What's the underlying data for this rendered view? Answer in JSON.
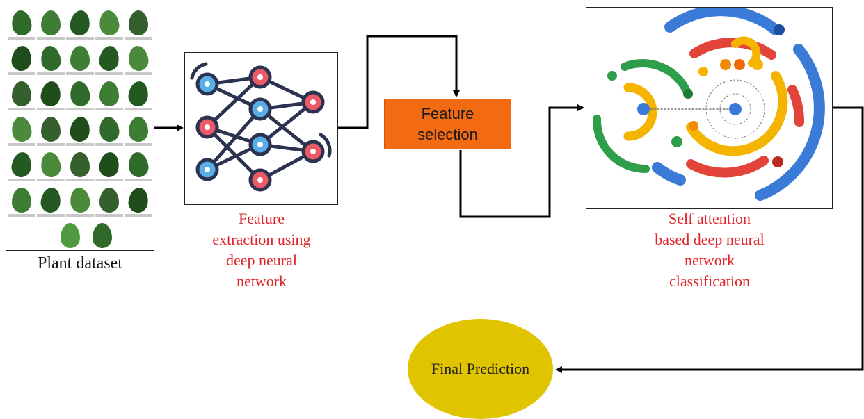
{
  "nodes": {
    "plant_dataset": {
      "label": "Plant dataset"
    },
    "feature_extraction": {
      "label_lines": [
        "Feature",
        "extraction using",
        "deep neural",
        "network"
      ]
    },
    "feature_selection": {
      "label": "Feature\nselection"
    },
    "classification": {
      "label_lines": [
        "Self attention",
        "based deep neural",
        "network",
        "classification"
      ]
    },
    "final_prediction": {
      "label": "Final Prediction"
    }
  },
  "colors": {
    "label_red": "#e0242b",
    "feature_selection_fill": "#f26a12",
    "final_prediction_fill": "#e0c400",
    "leaf_green": "#2f6a2a",
    "nn_blue": "#5aaee8",
    "nn_red": "#ec5a67",
    "nn_stroke": "#2b3350",
    "attention_blue": "#3b7bd8",
    "attention_red": "#e2443a",
    "attention_yellow": "#f4b400",
    "attention_green": "#2e9e4a"
  }
}
